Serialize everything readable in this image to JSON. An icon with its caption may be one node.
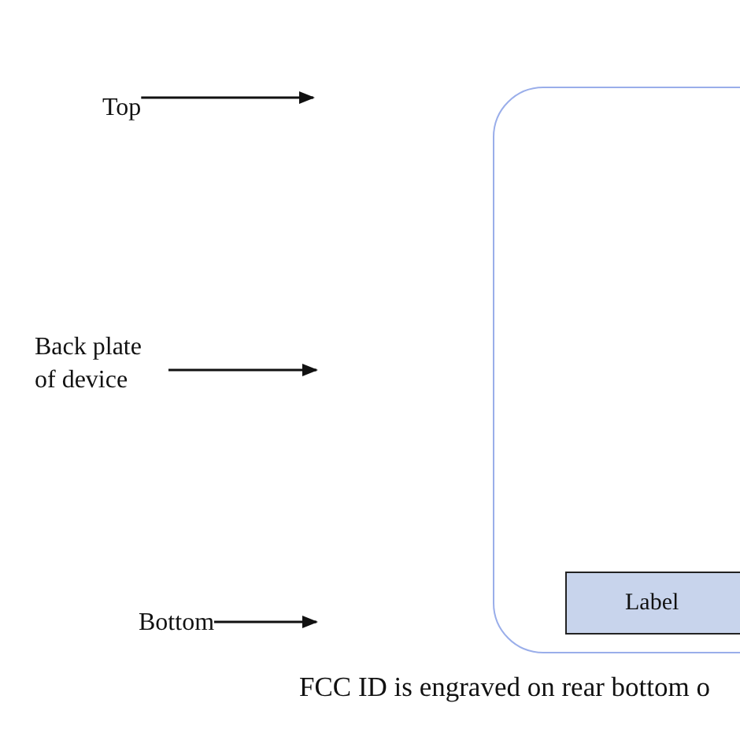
{
  "diagram": {
    "caption": "FCC ID is engraved on rear bottom o",
    "nodes": [
      {
        "text": [
          "Top"
        ]
      },
      {
        "text": [
          "Back plate of device"
        ]
      },
      {
        "text": [
          "Bottom"
        ]
      },
      {
        "text": [],
        "shape": "box"
      },
      {
        "text": [
          "Label"
        ],
        "in": 3
      }
    ],
    "edges": [
      {
        "from": 0,
        "to": null,
        "arrow": "to"
      },
      {
        "from": 1,
        "to": null,
        "arrow": "to"
      },
      {
        "from": 2,
        "to": null,
        "arrow": "to"
      }
    ]
  }
}
